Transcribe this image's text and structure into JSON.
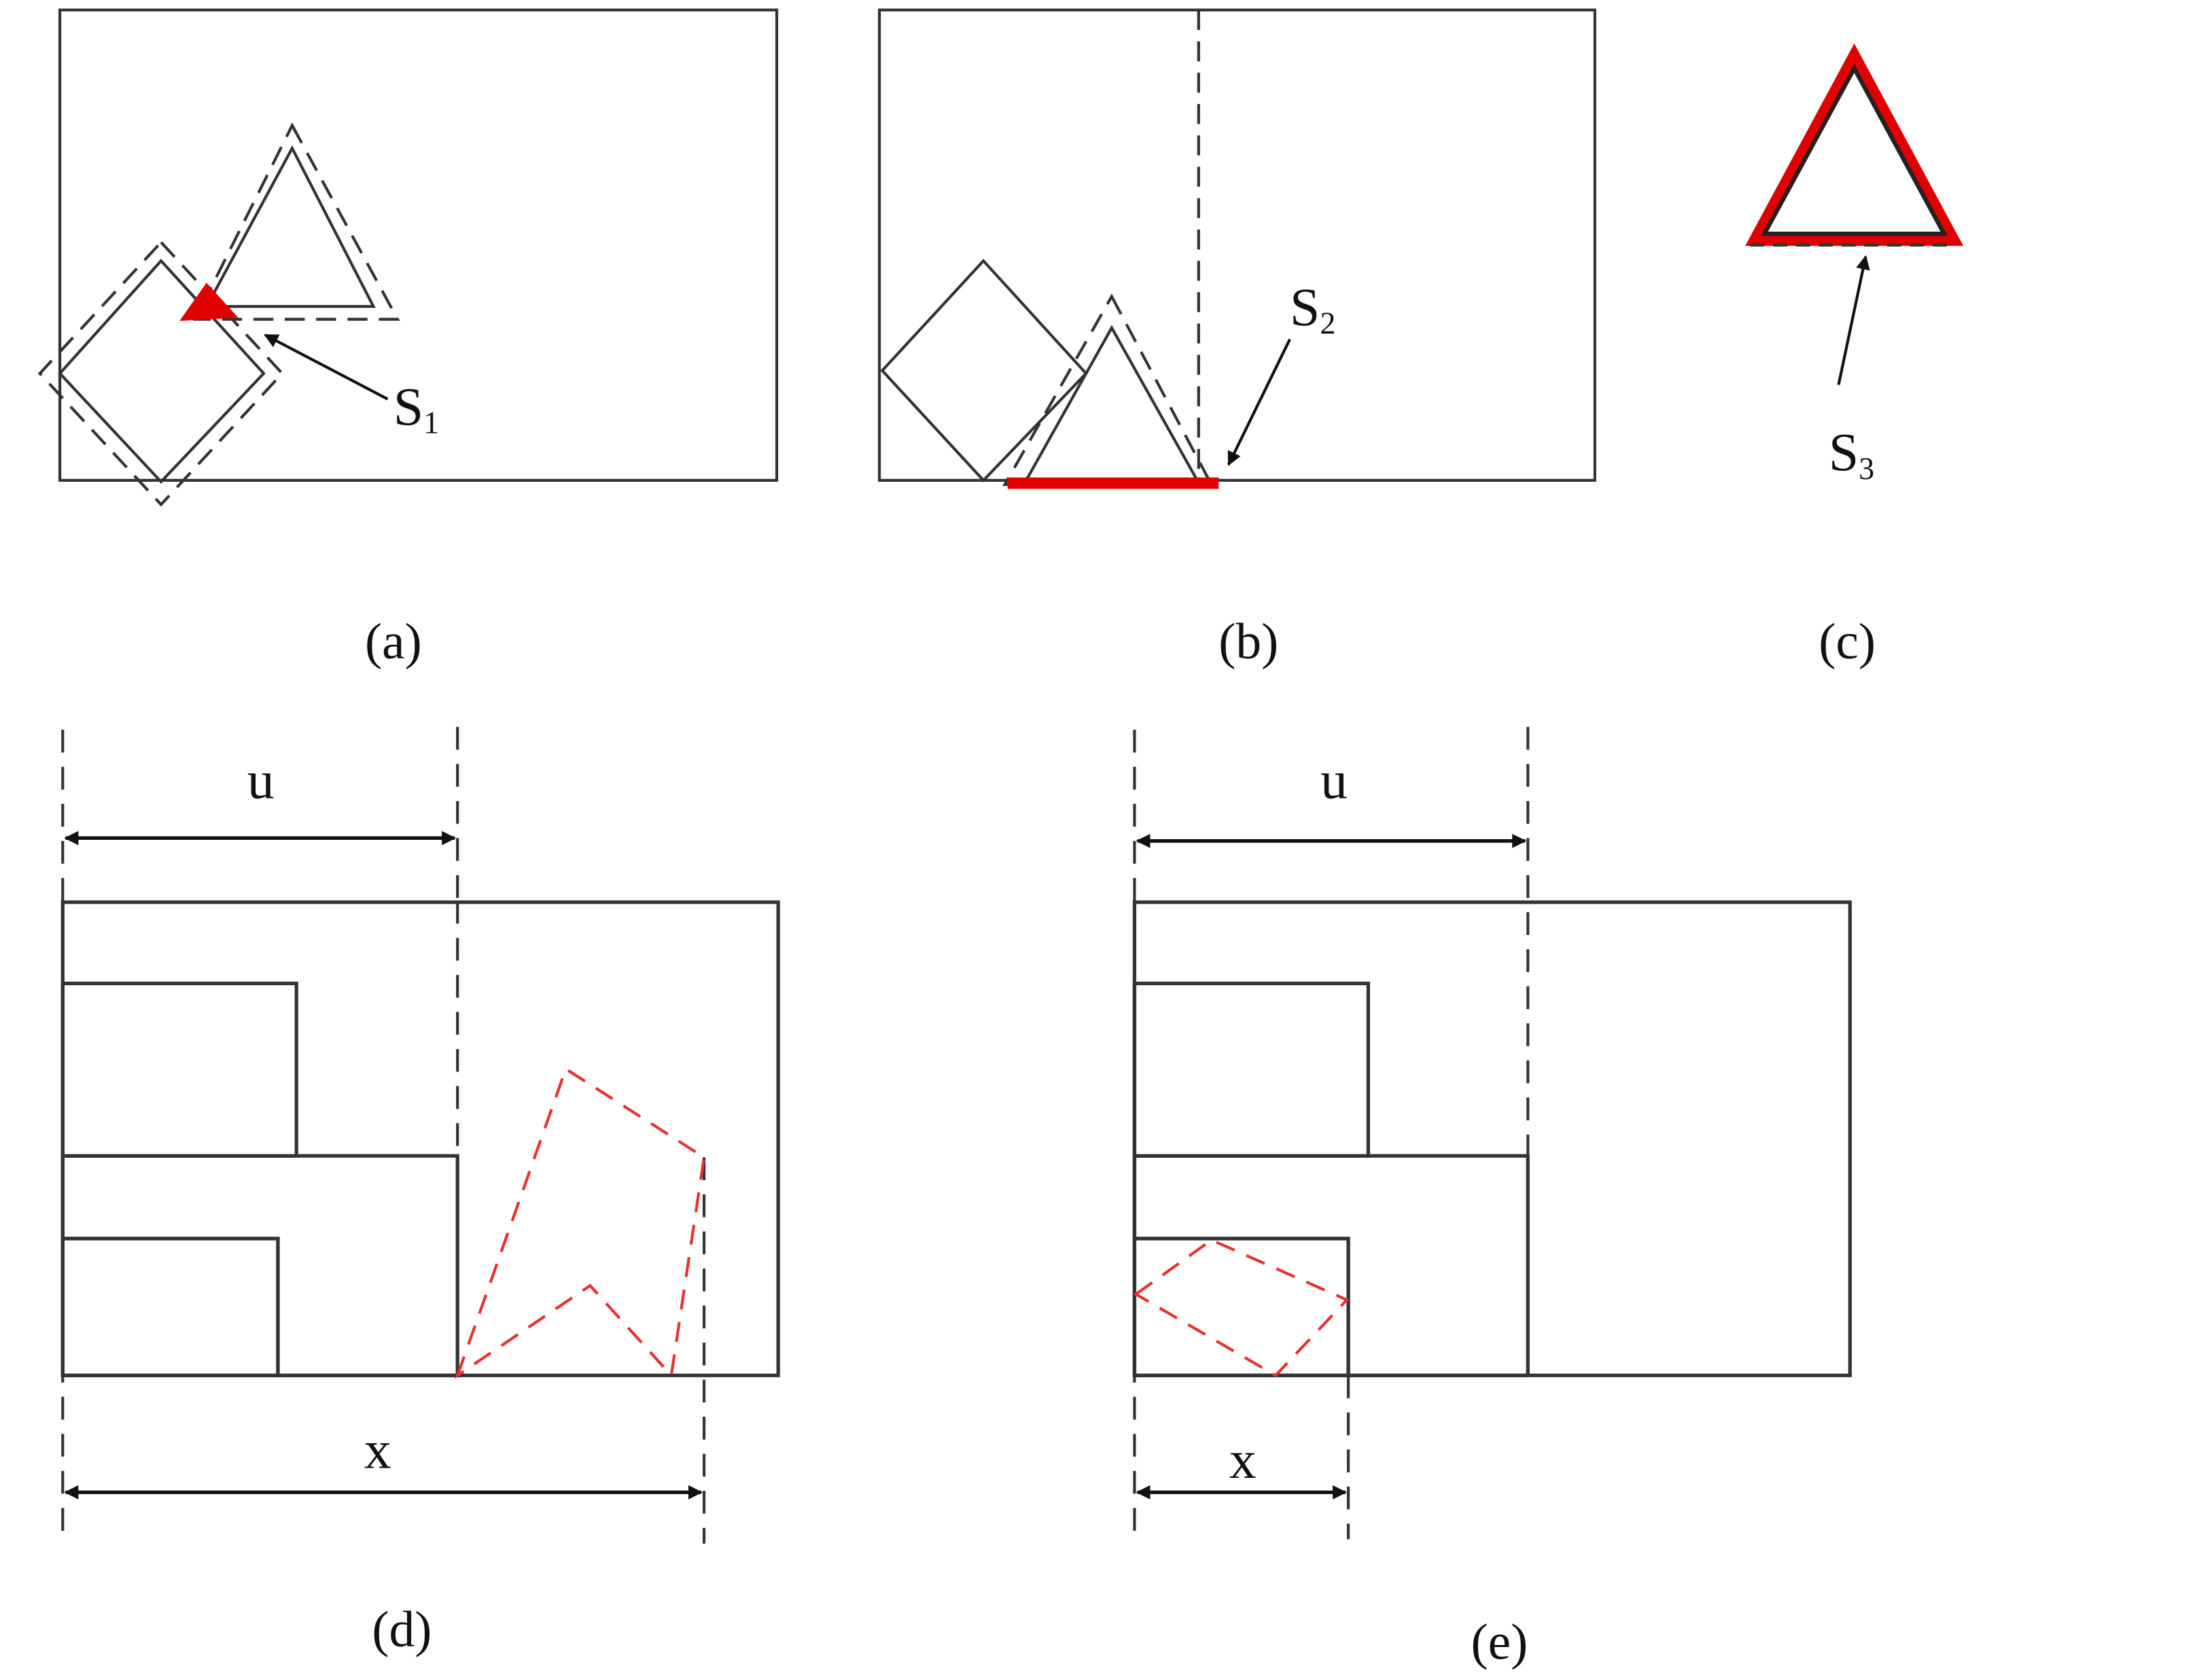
{
  "colors": {
    "stroke": "#333333",
    "highlight": "#e00000",
    "background": "#ffffff"
  },
  "panels": {
    "a": {
      "caption": "(a)",
      "label": {
        "base": "S",
        "sub": "1"
      }
    },
    "b": {
      "caption": "(b)",
      "label": {
        "base": "S",
        "sub": "2"
      }
    },
    "c": {
      "caption": "(c)",
      "label": {
        "base": "S",
        "sub": "3"
      }
    },
    "d": {
      "caption": "(d)",
      "dim_top": "u",
      "dim_bottom": "x"
    },
    "e": {
      "caption": "(e)",
      "dim_top": "u",
      "dim_bottom": "x"
    }
  }
}
